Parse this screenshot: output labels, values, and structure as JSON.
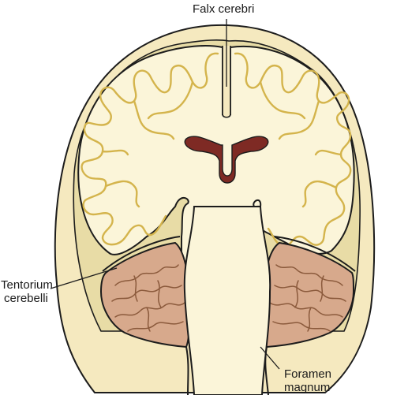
{
  "labels": {
    "falx_cerebri": "Falx cerebri",
    "tentorium_line1": "Tentorium",
    "tentorium_line2": "cerebelli",
    "foramen_line1": "Foramen",
    "foramen_line2": "magnum"
  },
  "colors": {
    "skull": "#f5e9bf",
    "brain": "#fbf5d9",
    "outline": "#1c1c1c",
    "gyri": "#d4b44c",
    "cerebellum": "#d7a98c",
    "cerebellum_folia": "#8b5a3c",
    "ventricle": "#7e2a24",
    "dura_shadow": "#c7bb86"
  }
}
